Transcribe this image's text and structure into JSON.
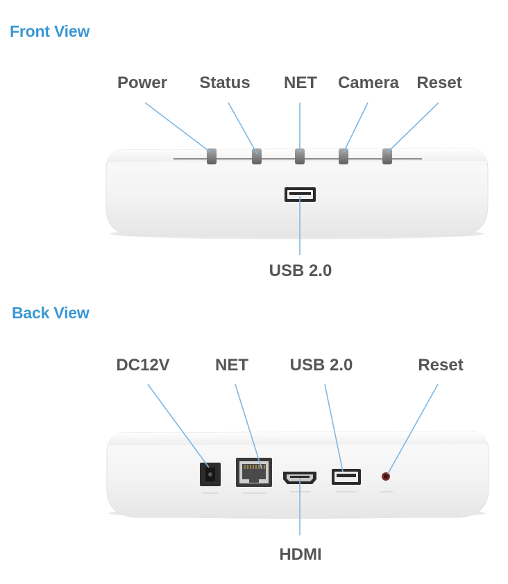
{
  "front": {
    "title": "Front View",
    "labels": {
      "power": "Power",
      "status": "Status",
      "net": "NET",
      "camera": "Camera",
      "reset": "Reset",
      "usb": "USB 2.0"
    }
  },
  "back": {
    "title": "Back View",
    "labels": {
      "dc": "DC12V",
      "net": "NET",
      "usb": "USB 2.0",
      "reset": "Reset",
      "hdmi": "HDMI"
    }
  },
  "colors": {
    "heading": "#3a97d4",
    "label": "#555555",
    "leader_line": "#7fb7e2",
    "device_body": "#f4f4f4"
  }
}
